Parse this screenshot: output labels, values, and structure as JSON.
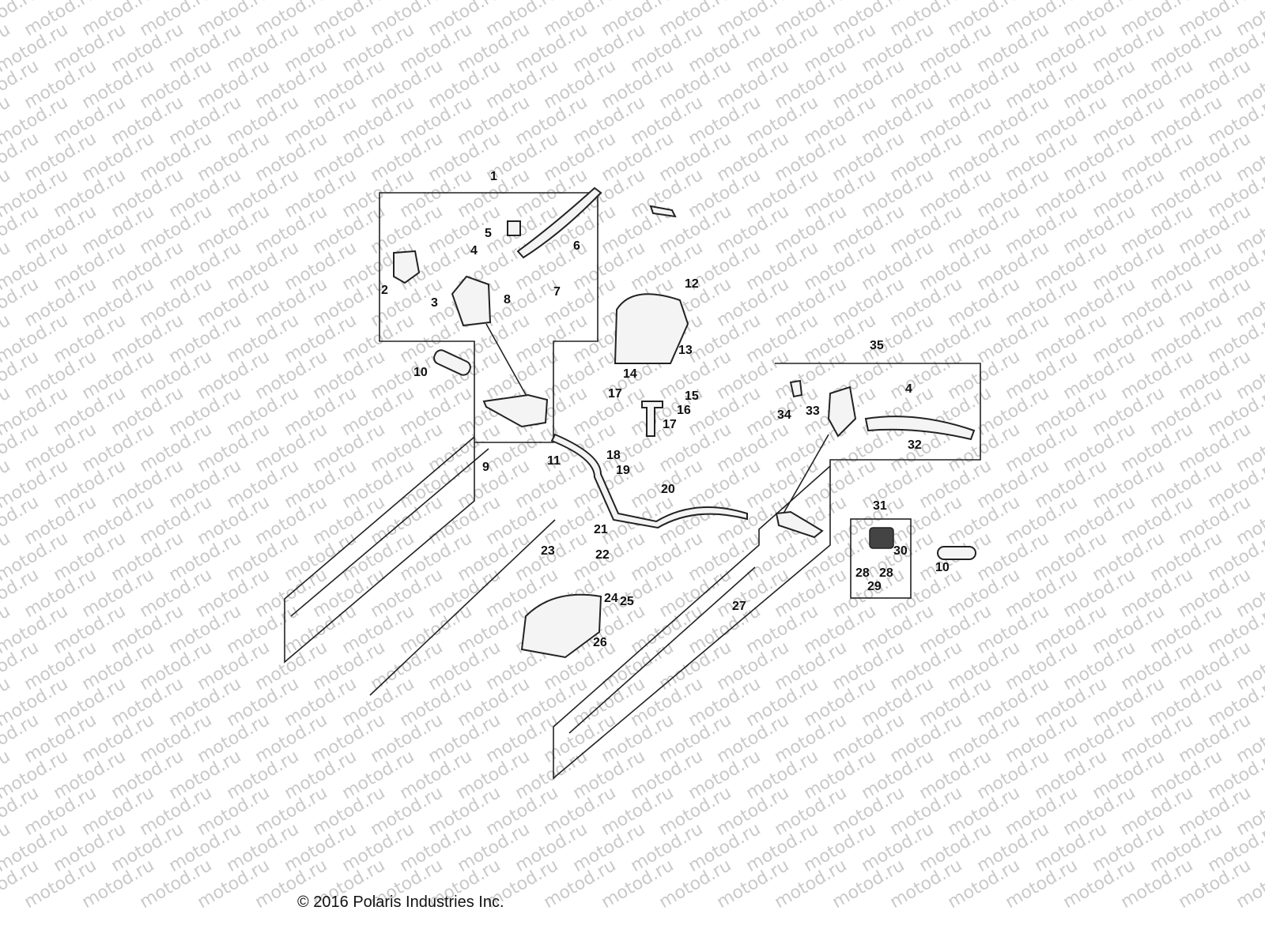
{
  "watermark": "motod.ru",
  "copyright": "© 2016 Polaris Industries Inc.",
  "callouts": [
    "1",
    "2",
    "3",
    "4",
    "5",
    "6",
    "7",
    "8",
    "9",
    "10",
    "11",
    "12",
    "13",
    "14",
    "15",
    "16",
    "17",
    "17",
    "18",
    "19",
    "20",
    "21",
    "22",
    "23",
    "24",
    "25",
    "26",
    "27",
    "28",
    "28",
    "29",
    "30",
    "31",
    "32",
    "33",
    "34",
    "35",
    "4",
    "10"
  ]
}
